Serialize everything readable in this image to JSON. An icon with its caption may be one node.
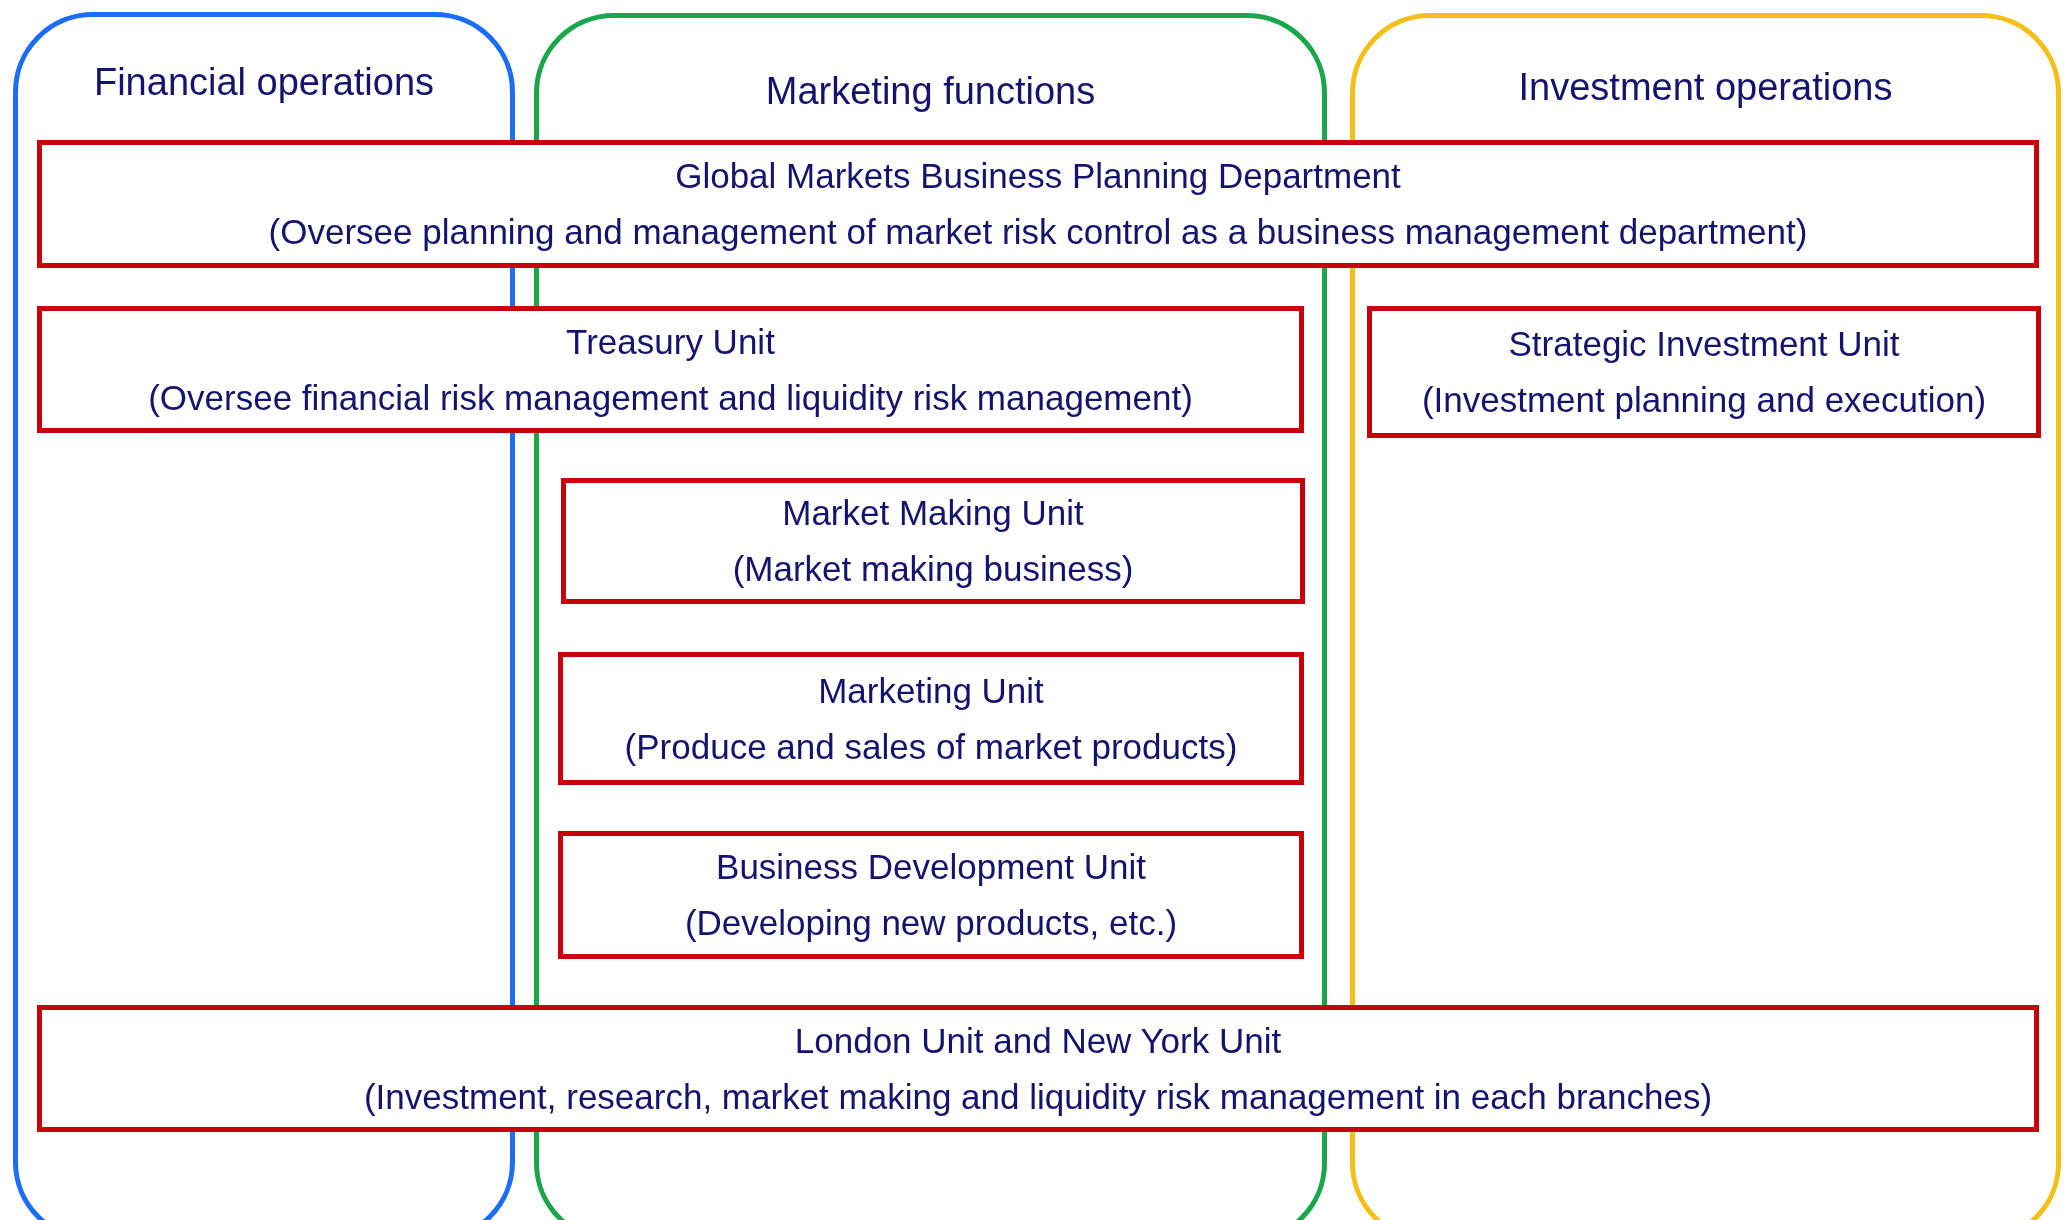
{
  "diagram": {
    "nodes": [
      {
        "text": [
          "Financial operations"
        ]
      },
      {
        "text": [
          "Marketing functions"
        ]
      },
      {
        "text": [
          "Investment operations"
        ]
      },
      {
        "text": [
          "Global Markets Business Planning Department",
          "(Oversee planning and management of market risk control as a business management department)"
        ]
      },
      {
        "text": [
          "Treasury Unit",
          "(Oversee financial risk management and liquidity risk management)"
        ]
      },
      {
        "text": [
          "Strategic Investment Unit",
          "(Investment planning and execution)"
        ],
        "in": 2
      },
      {
        "text": [
          "Market Making Unit",
          "(Market making business)"
        ],
        "in": 1
      },
      {
        "text": [
          "Marketing Unit",
          "(Produce and sales of market products)"
        ],
        "in": 1
      },
      {
        "text": [
          "Business Development Unit",
          "(Developing new products, etc.)"
        ],
        "in": 1
      },
      {
        "text": [
          "London Unit and New York Unit",
          "(Investment, research, market making and liquidity risk management in each branches)"
        ]
      }
    ],
    "edges": []
  }
}
